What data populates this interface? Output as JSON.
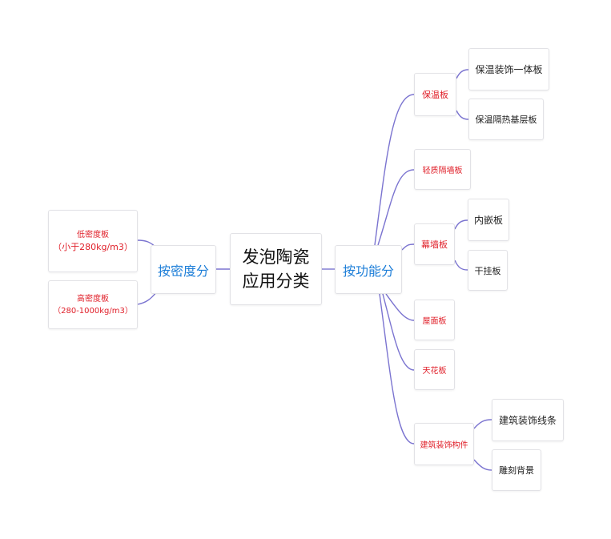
{
  "root": {
    "line1": "发泡陶瓷",
    "line2": "应用分类"
  },
  "density": {
    "label": "按密度分",
    "children": [
      {
        "name": "低密度板",
        "detail": "（小于280kg/m3）"
      },
      {
        "name": "高密度板",
        "detail": "（280-1000kg/m3）"
      }
    ]
  },
  "function": {
    "label": "按功能分",
    "children": [
      {
        "name": "保温板",
        "children": [
          "保温装饰一体板",
          "保温隔热基层板"
        ]
      },
      {
        "name": "轻质隔墙板"
      },
      {
        "name": "幕墙板",
        "children": [
          "内嵌板",
          "干挂板"
        ]
      },
      {
        "name": "屋面板"
      },
      {
        "name": "天花板"
      },
      {
        "name": "建筑装饰构件",
        "children": [
          "建筑装饰线条",
          "雕刻背景"
        ]
      }
    ]
  },
  "colors": {
    "line": "#7b74d0",
    "category": "#1d7ed8",
    "leaf": "#e0202a"
  }
}
